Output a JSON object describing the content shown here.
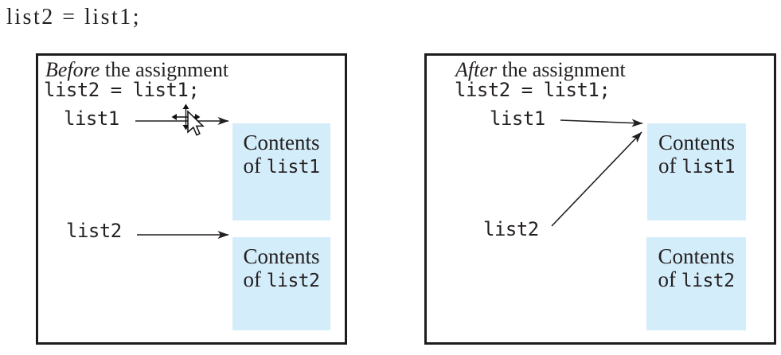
{
  "figure": {
    "statement": "list2 = list1;"
  },
  "panels": [
    {
      "title_italic": "Before",
      "title_rest": " the assignment",
      "code": "list2 = list1;",
      "label1": "list1",
      "label2": "list2",
      "box1": {
        "line1": "Contents",
        "line2_prefix": "of ",
        "line2_code": "list1"
      },
      "box2": {
        "line1": "Contents",
        "line2_prefix": "of ",
        "line2_code": "list2"
      }
    },
    {
      "title_italic": "After",
      "title_rest": " the assignment",
      "code": "list2 = list1;",
      "label1": "list1",
      "label2": "list2",
      "box1": {
        "line1": "Contents",
        "line2_prefix": "of ",
        "line2_code": "list1"
      },
      "box2": {
        "line1": "Contents",
        "line2_prefix": "of ",
        "line2_code": "list2"
      }
    }
  ],
  "colors": {
    "box_fill": "#d4edfa",
    "line_color": "#231f20",
    "panel_border": "#1c1c1c",
    "text_color": "#231f20"
  },
  "icons": {
    "cursor": "move-pointer-cursor",
    "arrowhead": "solid-dart"
  }
}
